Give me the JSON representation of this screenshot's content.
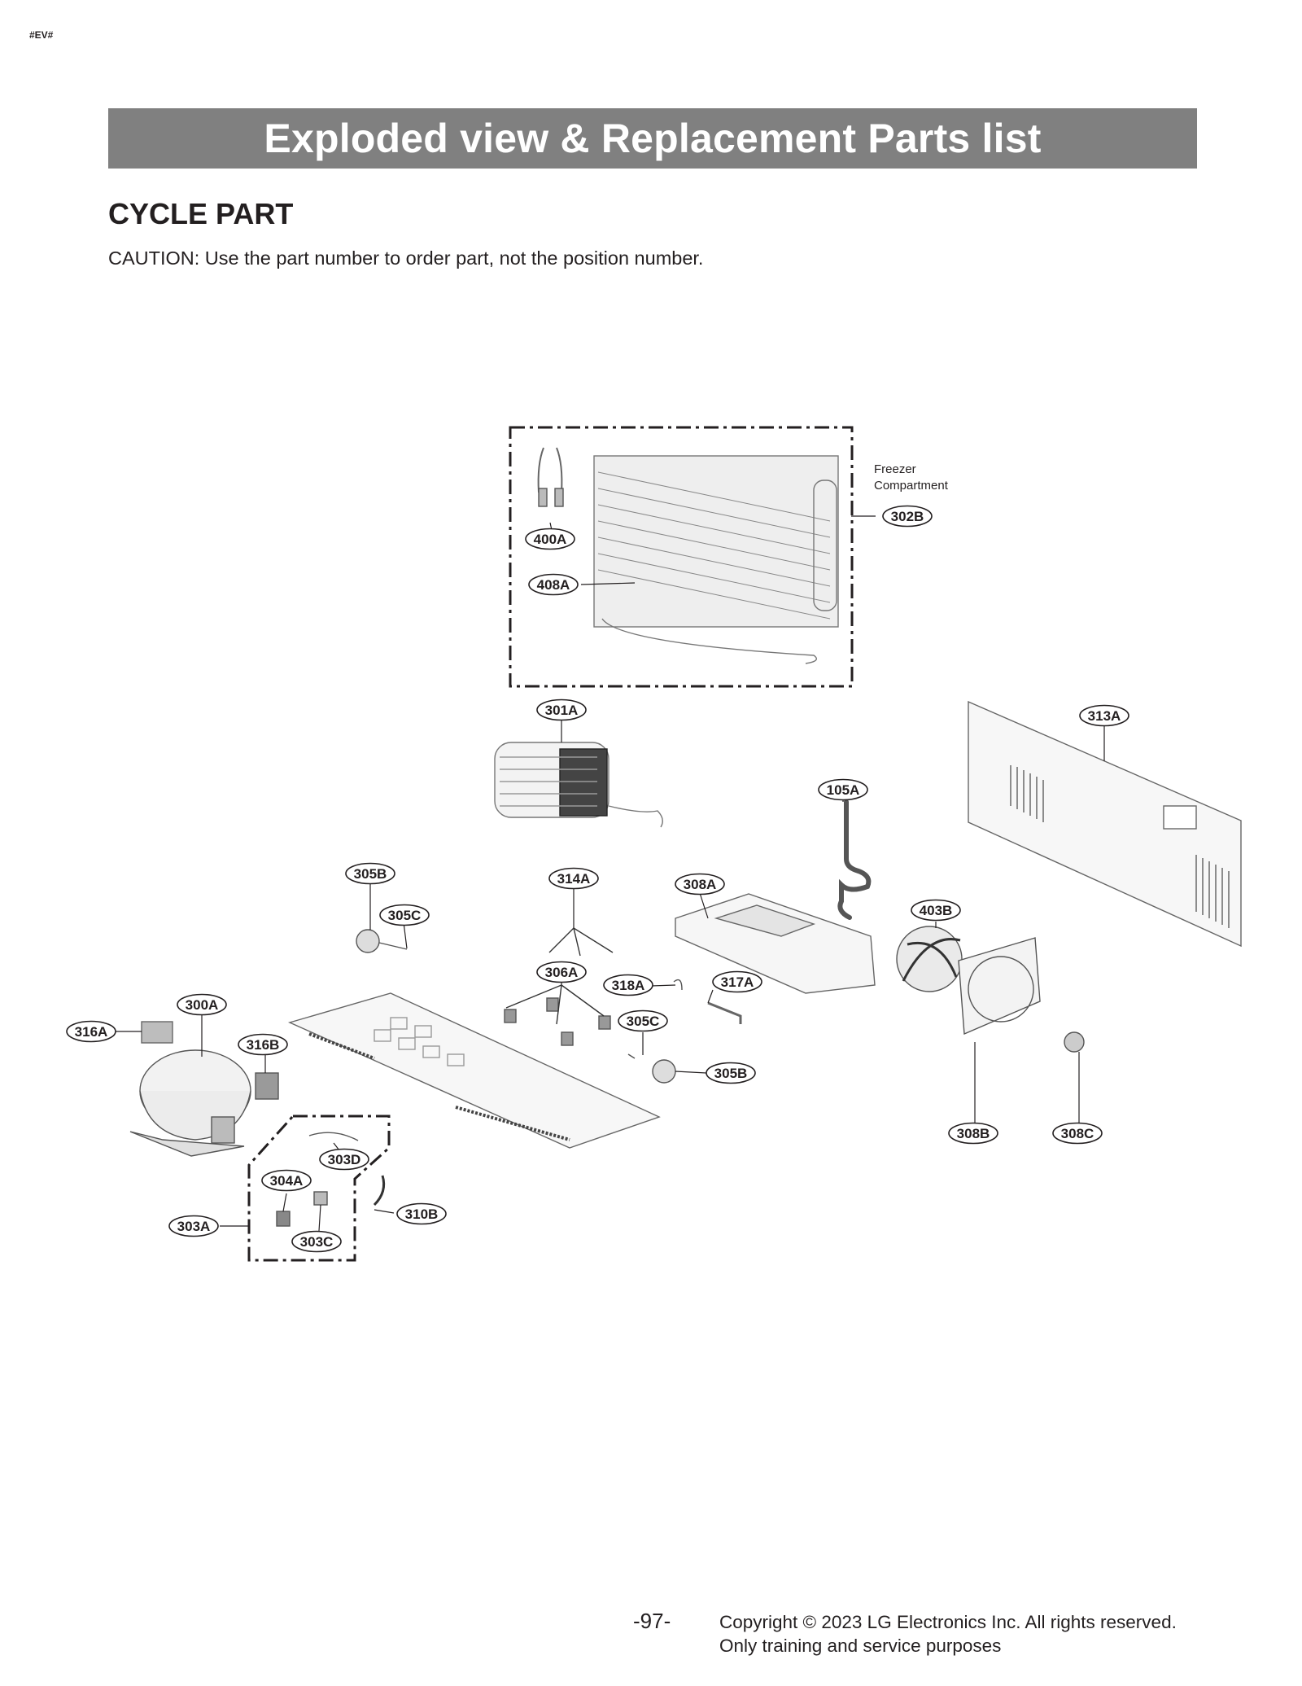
{
  "doc_tag": "#EV#",
  "banner_title": "Exploded view & Replacement Parts list",
  "section_title": "CYCLE PART",
  "caution": "CAUTION: Use the part number to order part, not the position number.",
  "compartment_label": [
    "Freezer",
    "Compartment"
  ],
  "callouts": [
    "400A",
    "408A",
    "302B",
    "301A",
    "313A",
    "105A",
    "305B",
    "305C",
    "314A",
    "308A",
    "403B",
    "306A",
    "318A",
    "317A",
    "300A",
    "316A",
    "316B",
    "305C",
    "305B",
    "308B",
    "308C",
    "303D",
    "304A",
    "310B",
    "303A",
    "303C"
  ],
  "footer": {
    "page_number": "-97-",
    "copyright_line1": "Copyright © 2023 LG Electronics Inc. All rights reserved.",
    "copyright_line2": "Only training and service purposes"
  }
}
